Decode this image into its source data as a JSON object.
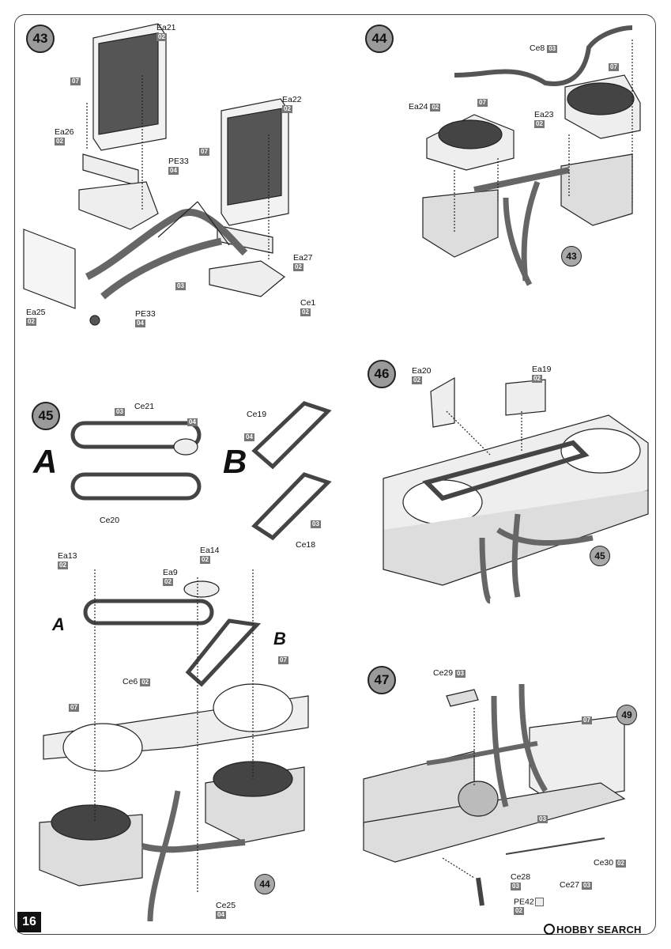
{
  "page_number": "16",
  "watermark": "HOBBY SEARCH",
  "steps": {
    "s43": "43",
    "s44": "44",
    "s45": "45",
    "s46": "46",
    "s47": "47"
  },
  "ref_steps": {
    "r43": "43",
    "r44": "44",
    "r45": "45",
    "r49": "49"
  },
  "variants": {
    "a": "A",
    "b": "B"
  },
  "labels": {
    "ea21": "Ea21",
    "ea22": "Ea22",
    "ea26": "Ea26",
    "pe33a": "PE33",
    "pe33b": "PE33",
    "ea25": "Ea25",
    "ea27": "Ea27",
    "ce1": "Ce1",
    "ce8": "Ce8",
    "ea24": "Ea24",
    "ea23": "Ea23",
    "ce21": "Ce21",
    "ce20": "Ce20",
    "ce19": "Ce19",
    "ce18": "Ce18",
    "ea13": "Ea13",
    "ea9": "Ea9",
    "ea14": "Ea14",
    "ce6": "Ce6",
    "ce25": "Ce25",
    "ea20": "Ea20",
    "ea19": "Ea19",
    "ce29": "Ce29",
    "ce28": "Ce28",
    "pe42": "PE42",
    "ce27": "Ce27",
    "ce30": "Ce30"
  },
  "sprues": {
    "s02": "02",
    "s03": "03",
    "s04": "04",
    "s07": "07"
  }
}
